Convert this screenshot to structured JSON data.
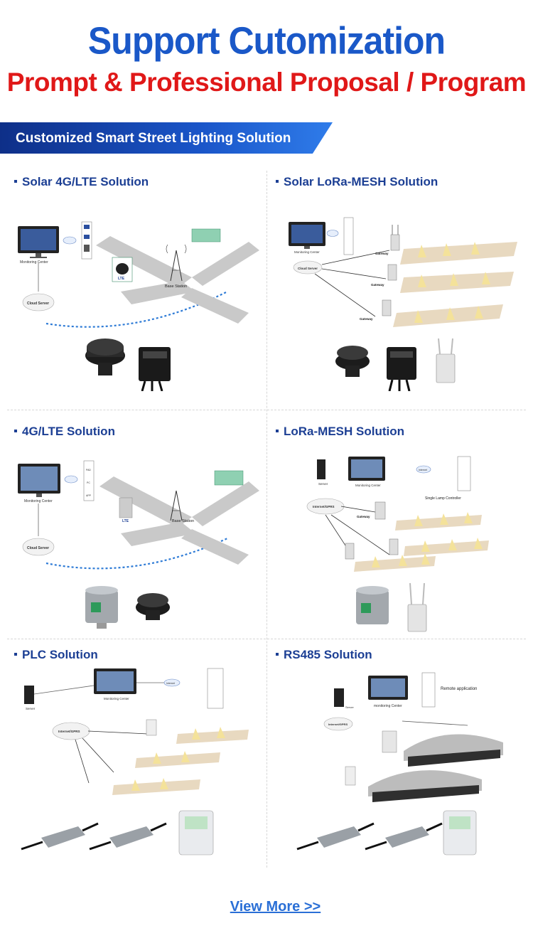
{
  "header": {
    "title": "Support Cutomization",
    "subtitle": "Prompt & Professional Proposal / Program"
  },
  "banner": {
    "label": "Customized Smart Street Lighting Solution"
  },
  "sections": [
    {
      "title": "Solar 4G/LTE Solution"
    },
    {
      "title": "Solar LoRa-MESH Solution"
    },
    {
      "title": "4G/LTE Solution"
    },
    {
      "title": "LoRa-MESH Solution"
    },
    {
      "title": "PLC Solution"
    },
    {
      "title": "RS485 Solution"
    }
  ],
  "labels": {
    "monitoring_center": "Monitoring Center",
    "monitoring_center_lower": "monitoring Center",
    "cloud_server": "Cloud Server",
    "base_station": "Base Station",
    "lte": "LTE",
    "gateway": "Gateway",
    "internet_gprs": "Internet/GPRS",
    "internet": "Internet",
    "server": "Server",
    "single_lamp_controller": "Single Lamp Controller",
    "remote_application": "Remote application",
    "pad": "PAD",
    "pc": "PC",
    "app": "APP"
  },
  "footer": {
    "view_more": "View More >>"
  },
  "colors": {
    "title_blue": "#1a58c8",
    "title_red": "#e01818",
    "section_blue": "#1c3f94",
    "link_blue": "#2a6fd6"
  }
}
